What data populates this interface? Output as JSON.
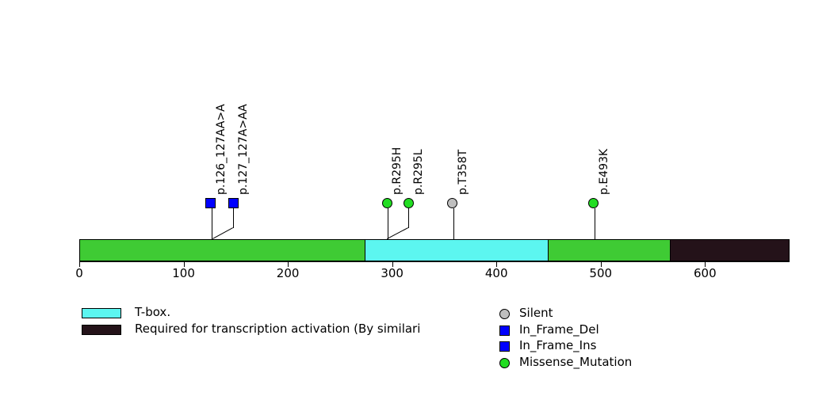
{
  "chart_data": {
    "type": "lollipop",
    "title": "",
    "xlabel": "",
    "ylabel": "",
    "xlim": [
      0,
      681
    ],
    "axis": {
      "ticks": [
        0,
        100,
        200,
        300,
        400,
        500,
        600
      ],
      "tick_labels": [
        "0",
        "100",
        "200",
        "300",
        "400",
        "500",
        "600"
      ],
      "grid": false
    },
    "protein": {
      "length": 681,
      "backbone_color": "#3fcb34",
      "domains": [
        {
          "name": "T-box.",
          "start": 274,
          "end": 450,
          "color": "#5cf6f0"
        },
        {
          "name": "Required for transcription activation (By similari",
          "start": 566,
          "end": 681,
          "color": "#241219"
        }
      ]
    },
    "mutations": [
      {
        "label": "p.126_127AA>A",
        "position": 126,
        "stem_position": 126,
        "type": "In_Frame_Del",
        "shape": "square",
        "color": "#0000ff"
      },
      {
        "label": "p.127_127A>AA",
        "position": 127,
        "stem_position": 128,
        "type": "In_Frame_Ins",
        "shape": "square",
        "color": "#0000ff"
      },
      {
        "label": "p.R295H",
        "position": 295,
        "stem_position": 295,
        "type": "Missense_Mutation",
        "shape": "circle",
        "color": "#22dd22"
      },
      {
        "label": "p.R295L",
        "position": 295,
        "stem_position": 295,
        "type": "Missense_Mutation",
        "shape": "circle",
        "color": "#22dd22"
      },
      {
        "label": "p.T358T",
        "position": 358,
        "stem_position": 358,
        "type": "Silent",
        "shape": "circle",
        "color": "#bfbfbf"
      },
      {
        "label": "p.E493K",
        "position": 493,
        "stem_position": 493,
        "type": "Missense_Mutation",
        "shape": "circle",
        "color": "#22dd22"
      }
    ]
  },
  "domain_legend": {
    "items": [
      {
        "label": "T-box.",
        "color": "#5cf6f0"
      },
      {
        "label": "Required for transcription activation (By similari",
        "color": "#241219"
      }
    ]
  },
  "mutation_legend": {
    "items": [
      {
        "label": "Silent",
        "color": "#bfbfbf",
        "shape": "circle"
      },
      {
        "label": "In_Frame_Del",
        "color": "#0000ff",
        "shape": "square"
      },
      {
        "label": "In_Frame_Ins",
        "color": "#0000ff",
        "shape": "square"
      },
      {
        "label": "Missense_Mutation",
        "color": "#22dd22",
        "shape": "circle"
      }
    ]
  }
}
